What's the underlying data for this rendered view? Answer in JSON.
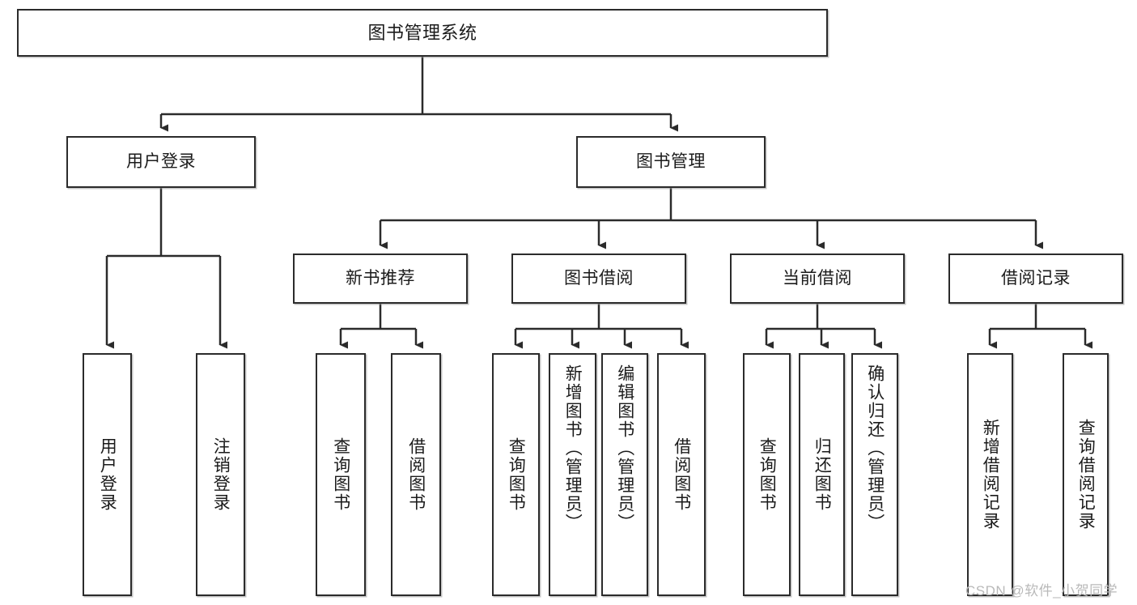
{
  "diagram": {
    "title": "图书管理系统",
    "type": "hierarchy-tree",
    "watermark": "CSDN @软件_小贺同学",
    "colors": {
      "box_border": "#2b2b2b",
      "box_fill": "#ffffff",
      "edge": "#2b2b2b",
      "text": "#1b1b1b",
      "watermark": "#b9b9b9"
    },
    "nodes": {
      "root": {
        "label": "图书管理系统",
        "level": 0
      },
      "user_login": {
        "label": "用户登录",
        "level": 1
      },
      "book_manage": {
        "label": "图书管理",
        "level": 1
      },
      "new_book_rec": {
        "label": "新书推荐",
        "level": 2
      },
      "book_borrow": {
        "label": "图书借阅",
        "level": 2
      },
      "current_borrow": {
        "label": "当前借阅",
        "level": 2
      },
      "borrow_record": {
        "label": "借阅记录",
        "level": 2
      },
      "leaf_user_login": {
        "label": "用户登录",
        "level": 3
      },
      "leaf_logout": {
        "label": "注销登录",
        "level": 3
      },
      "leaf_query_book_1": {
        "label": "查询图书",
        "level": 3
      },
      "leaf_borrow_book_1": {
        "label": "借阅图书",
        "level": 3
      },
      "leaf_query_book_2": {
        "label": "查询图书",
        "level": 3
      },
      "leaf_add_book": {
        "label": "新增图书（管理员）",
        "level": 3
      },
      "leaf_edit_book": {
        "label": "编辑图书（管理员）",
        "level": 3
      },
      "leaf_borrow_book_2": {
        "label": "借阅图书",
        "level": 3
      },
      "leaf_query_book_3": {
        "label": "查询图书",
        "level": 3
      },
      "leaf_return_book": {
        "label": "归还图书",
        "level": 3
      },
      "leaf_confirm_return": {
        "label": "确认归还（管理员）",
        "level": 3
      },
      "leaf_add_record": {
        "label": "新增借阅记录",
        "level": 3
      },
      "leaf_query_record": {
        "label": "查询借阅记录",
        "level": 3
      }
    },
    "edges": [
      {
        "from": "root",
        "to": "user_login"
      },
      {
        "from": "root",
        "to": "book_manage"
      },
      {
        "from": "user_login",
        "to": "leaf_user_login"
      },
      {
        "from": "user_login",
        "to": "leaf_logout"
      },
      {
        "from": "book_manage",
        "to": "new_book_rec"
      },
      {
        "from": "book_manage",
        "to": "book_borrow"
      },
      {
        "from": "book_manage",
        "to": "current_borrow"
      },
      {
        "from": "book_manage",
        "to": "borrow_record"
      },
      {
        "from": "new_book_rec",
        "to": "leaf_query_book_1"
      },
      {
        "from": "new_book_rec",
        "to": "leaf_borrow_book_1"
      },
      {
        "from": "book_borrow",
        "to": "leaf_query_book_2"
      },
      {
        "from": "book_borrow",
        "to": "leaf_add_book"
      },
      {
        "from": "book_borrow",
        "to": "leaf_edit_book"
      },
      {
        "from": "book_borrow",
        "to": "leaf_borrow_book_2"
      },
      {
        "from": "current_borrow",
        "to": "leaf_query_book_3"
      },
      {
        "from": "current_borrow",
        "to": "leaf_return_book"
      },
      {
        "from": "current_borrow",
        "to": "leaf_confirm_return"
      },
      {
        "from": "borrow_record",
        "to": "leaf_add_record"
      },
      {
        "from": "borrow_record",
        "to": "leaf_query_record"
      }
    ]
  }
}
